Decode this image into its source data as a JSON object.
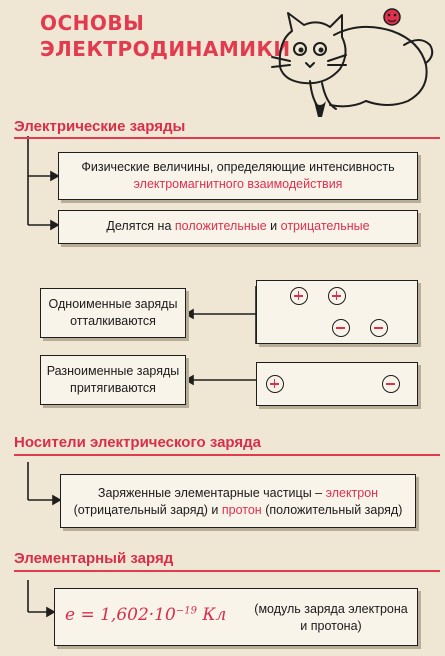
{
  "title": {
    "line1": "ОСНОВЫ",
    "line2": "ЭЛЕКТРОДИНАМИКИ"
  },
  "section1": {
    "heading": "Электрические заряды",
    "box1": {
      "line1": "Физические величины, определяющие интенсивность",
      "line2": "электромагнитного взаимодействия"
    },
    "box2": {
      "prefix": "Делятся на ",
      "positive": "положительные",
      "conj": " и ",
      "negative": "отрицательные"
    },
    "like": {
      "line1": "Одноименные заряды",
      "line2": "отталкиваются"
    },
    "unlike": {
      "line1": "Разноименные заряды",
      "line2": "притягиваются"
    }
  },
  "section2": {
    "heading": "Носители электрического заряда",
    "box": {
      "line1_prefix": "Заряженные элементарные частицы – ",
      "electron": "электрон",
      "line2_prefix": "(отрицательный заряд) и ",
      "proton": "протон",
      "line2_suffix": " (положительный заряд)"
    }
  },
  "section3": {
    "heading": "Элементарный заряд",
    "formula": {
      "main": "e = 1,602·10",
      "exp": "−19",
      "unit": " Кл"
    },
    "note": {
      "line1": "(модуль заряда электрона",
      "line2": "и протона)"
    }
  },
  "colors": {
    "accent": "#e0304d",
    "paper": "#efe7d3",
    "box": "#f8f4ea"
  }
}
